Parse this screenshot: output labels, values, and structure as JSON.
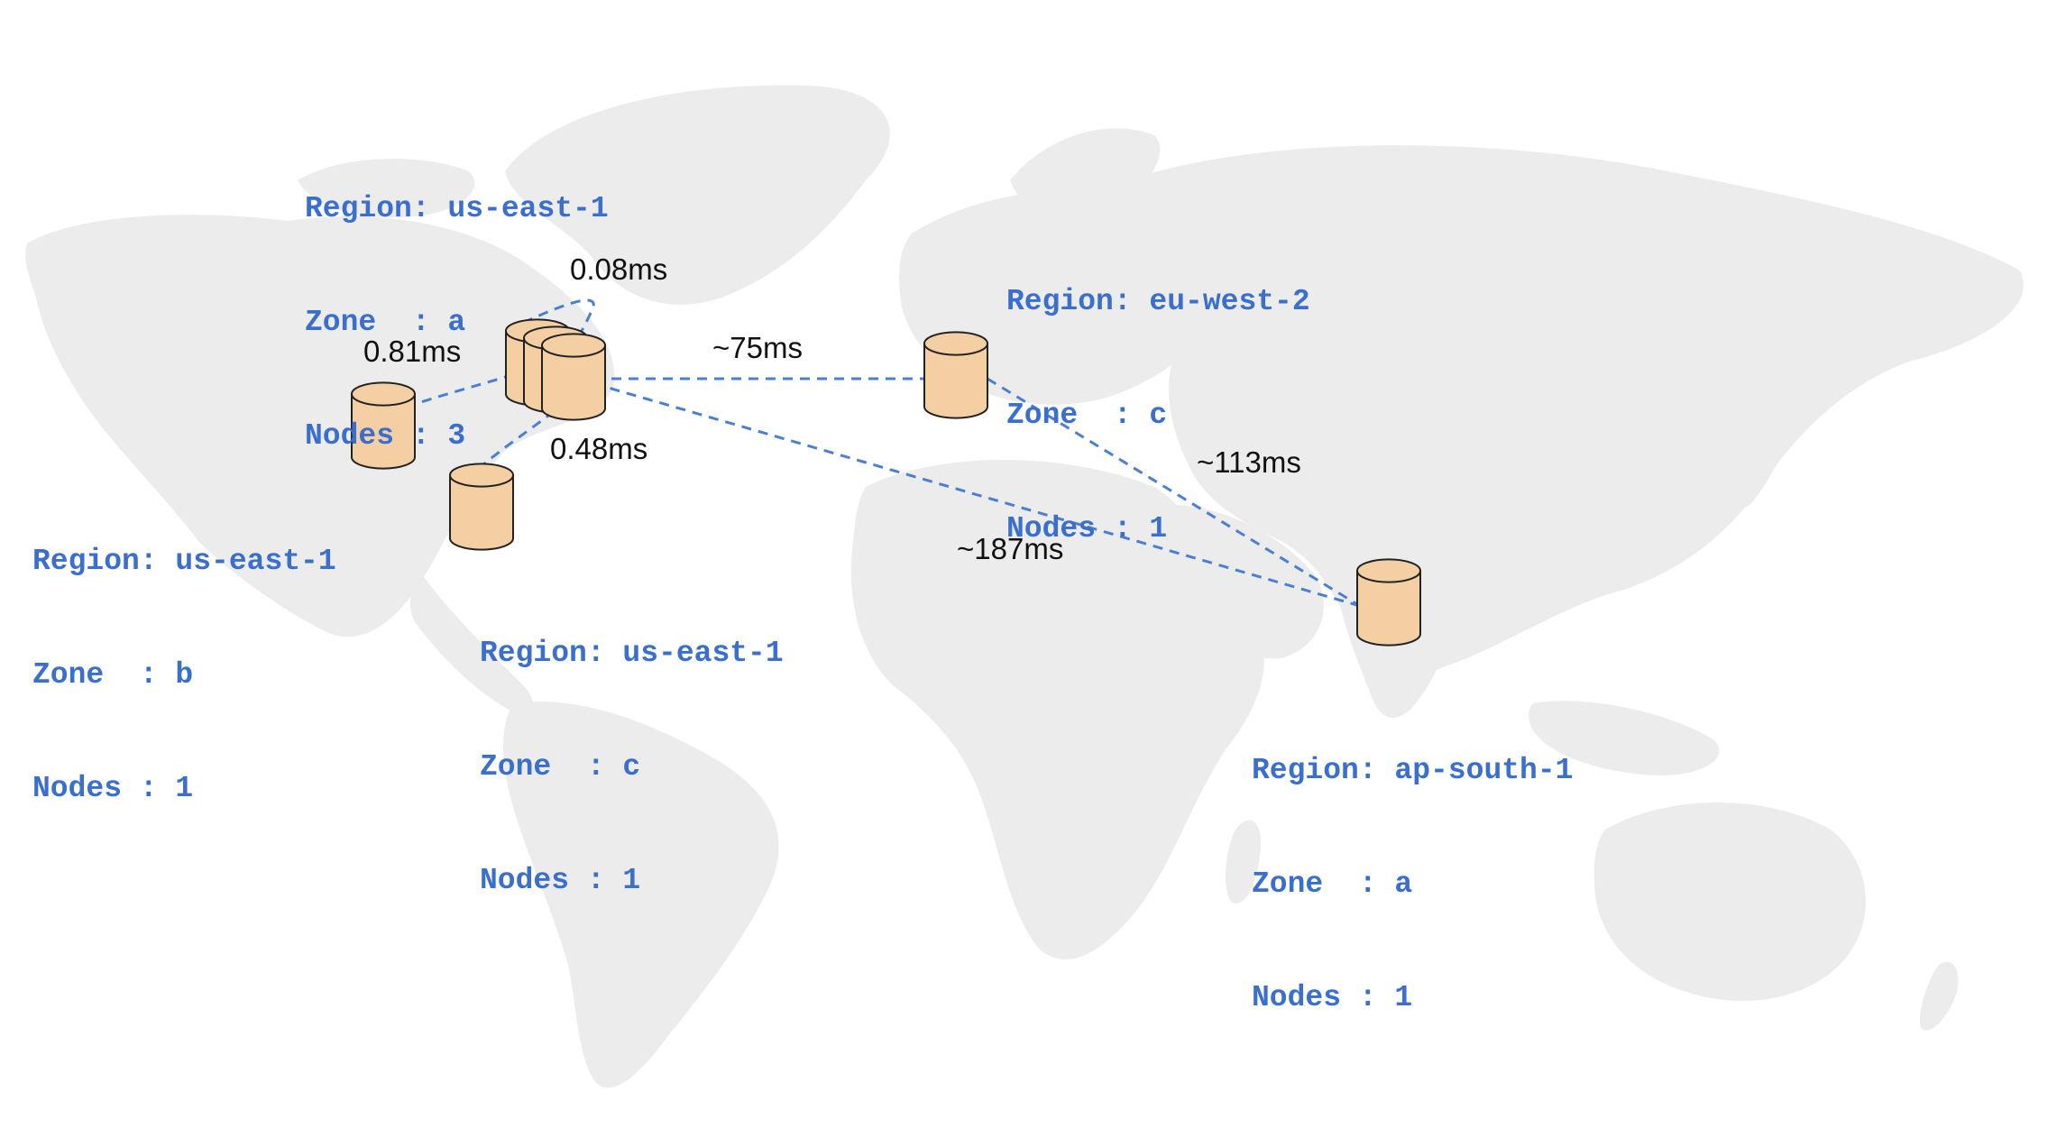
{
  "colors": {
    "label": "#3a6fce",
    "link": "#4a7fd4",
    "node_fill": "#f4cfa4",
    "node_stroke": "#222222",
    "land": "#ececec",
    "latency_text": "#111111"
  },
  "regions": [
    {
      "id": "us-east-1a",
      "region_line": "Region: us-east-1",
      "zone_line": "Zone  : a",
      "nodes_line": "Nodes : 3",
      "node_count": 3
    },
    {
      "id": "us-east-1b",
      "region_line": "Region: us-east-1",
      "zone_line": "Zone  : b",
      "nodes_line": "Nodes : 1",
      "node_count": 1
    },
    {
      "id": "us-east-1c",
      "region_line": "Region: us-east-1",
      "zone_line": "Zone  : c",
      "nodes_line": "Nodes : 1",
      "node_count": 1
    },
    {
      "id": "eu-west-2c",
      "region_line": "Region: eu-west-2",
      "zone_line": "Zone  : c",
      "nodes_line": "Nodes : 1",
      "node_count": 1
    },
    {
      "id": "ap-south-1a",
      "region_line": "Region: ap-south-1",
      "zone_line": "Zone  : a",
      "nodes_line": "Nodes : 1",
      "node_count": 1
    }
  ],
  "links": [
    {
      "from": "us-east-1a",
      "to": "us-east-1a",
      "label": "0.08ms"
    },
    {
      "from": "us-east-1a",
      "to": "us-east-1b",
      "label": "0.81ms"
    },
    {
      "from": "us-east-1a",
      "to": "us-east-1c",
      "label": "0.48ms"
    },
    {
      "from": "us-east-1a",
      "to": "eu-west-2c",
      "label": "~75ms"
    },
    {
      "from": "eu-west-2c",
      "to": "ap-south-1a",
      "label": "~113ms"
    },
    {
      "from": "us-east-1a",
      "to": "ap-south-1a",
      "label": "~187ms"
    }
  ]
}
